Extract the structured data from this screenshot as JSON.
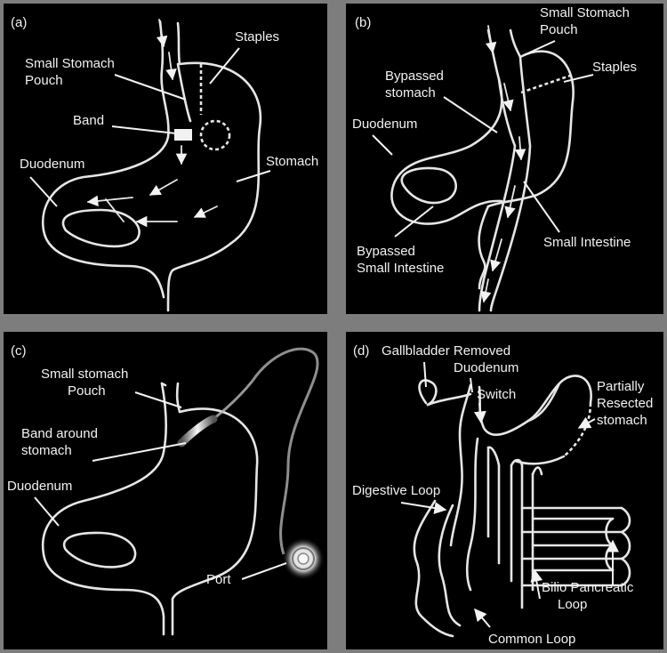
{
  "panels": {
    "a": {
      "tag": "(a)",
      "labels": {
        "staples": "Staples",
        "pouch_l1": "Small Stomach",
        "pouch_l2": "Pouch",
        "band": "Band",
        "duodenum": "Duodenum",
        "stomach": "Stomach"
      }
    },
    "b": {
      "tag": "(b)",
      "labels": {
        "pouch_l1": "Small Stomach",
        "pouch_l2": "Pouch",
        "bypassed_l1": "Bypassed",
        "bypassed_l2": "stomach",
        "staples": "Staples",
        "duodenum": "Duodenum",
        "bypassed_si_l1": "Bypassed",
        "bypassed_si_l2": "Small Intestine",
        "small_intestine": "Small Intestine"
      }
    },
    "c": {
      "tag": "(c)",
      "labels": {
        "pouch_l1": "Small stomach",
        "pouch_l2": "Pouch",
        "band_l1": "Band around",
        "band_l2": "stomach",
        "duodenum": "Duodenum",
        "port": "Port"
      }
    },
    "d": {
      "tag": "(d)",
      "labels": {
        "gallbladder": "Gallbladder Removed",
        "duodenum": "Duodenum",
        "switch": "Switch",
        "resected_l1": "Partially",
        "resected_l2": "Resected",
        "resected_l3": "stomach",
        "digestive_loop": "Digestive Loop",
        "bilio_l1": "Bilio Pancreatic",
        "bilio_l2": "Loop",
        "common_loop": "Common Loop"
      }
    }
  }
}
